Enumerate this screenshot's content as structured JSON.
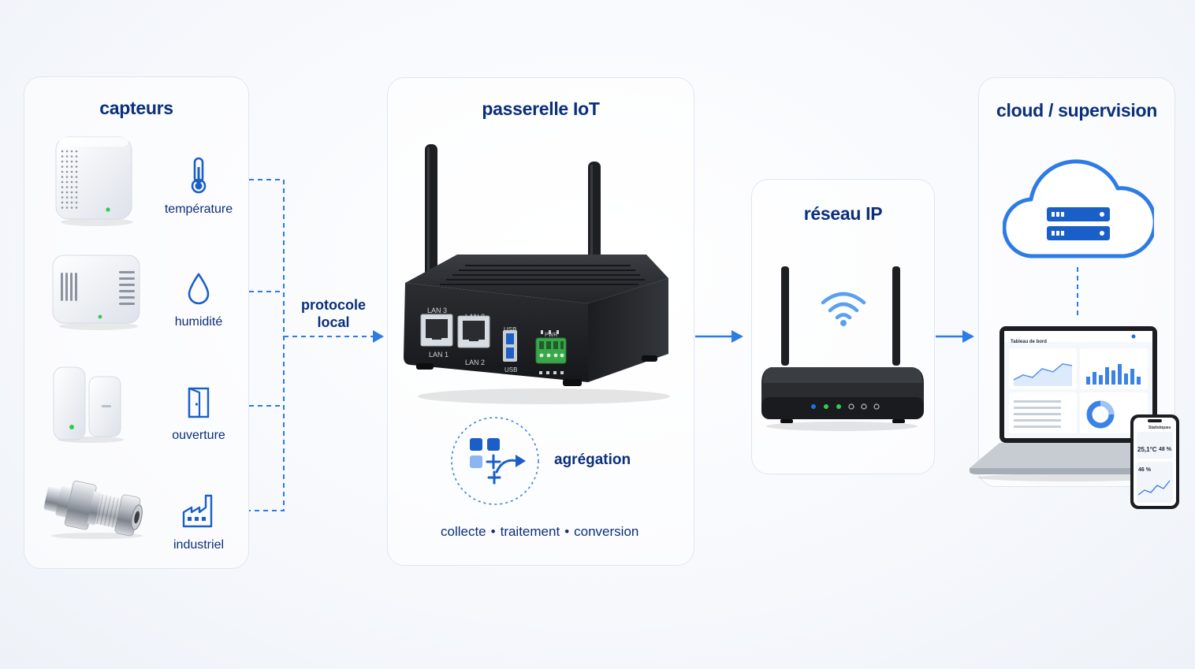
{
  "panels": {
    "sensors": {
      "title": "capteurs"
    },
    "gateway": {
      "title": "passerelle IoT"
    },
    "network": {
      "title": "réseau IP"
    },
    "cloud": {
      "title": "cloud / supervision"
    }
  },
  "sensors": [
    {
      "label": "température",
      "icon": "thermometer-icon"
    },
    {
      "label": "humidité",
      "icon": "droplet-icon"
    },
    {
      "label": "ouverture",
      "icon": "door-icon"
    },
    {
      "label": "industriel",
      "icon": "factory-icon"
    }
  ],
  "links": {
    "local_protocol": {
      "line1": "protocole",
      "line2": "local"
    }
  },
  "gateway": {
    "ports": {
      "lan1": "LAN 1",
      "lan2": "LAN 2",
      "lan2_top": "LAN 2",
      "lan3_top": "LAN 3",
      "usb_top": "USB",
      "usb_bottom": "USB",
      "pwr": "PWR"
    },
    "aggregation_label": "agrégation",
    "caption": {
      "collect": "collecte",
      "process": "traitement",
      "convert": "conversion",
      "separator": "•"
    }
  },
  "dashboard": {
    "laptop_title": "Tableau de bord",
    "phone_title": "Statistiques",
    "phone_temp": "25,1°C",
    "phone_hum": "48 %",
    "phone_hum2": "46 %"
  },
  "colors": {
    "accent": "#1a6fe0",
    "title": "#0b2f7a",
    "dash": "#2d7be5",
    "device": "#1f2124"
  }
}
